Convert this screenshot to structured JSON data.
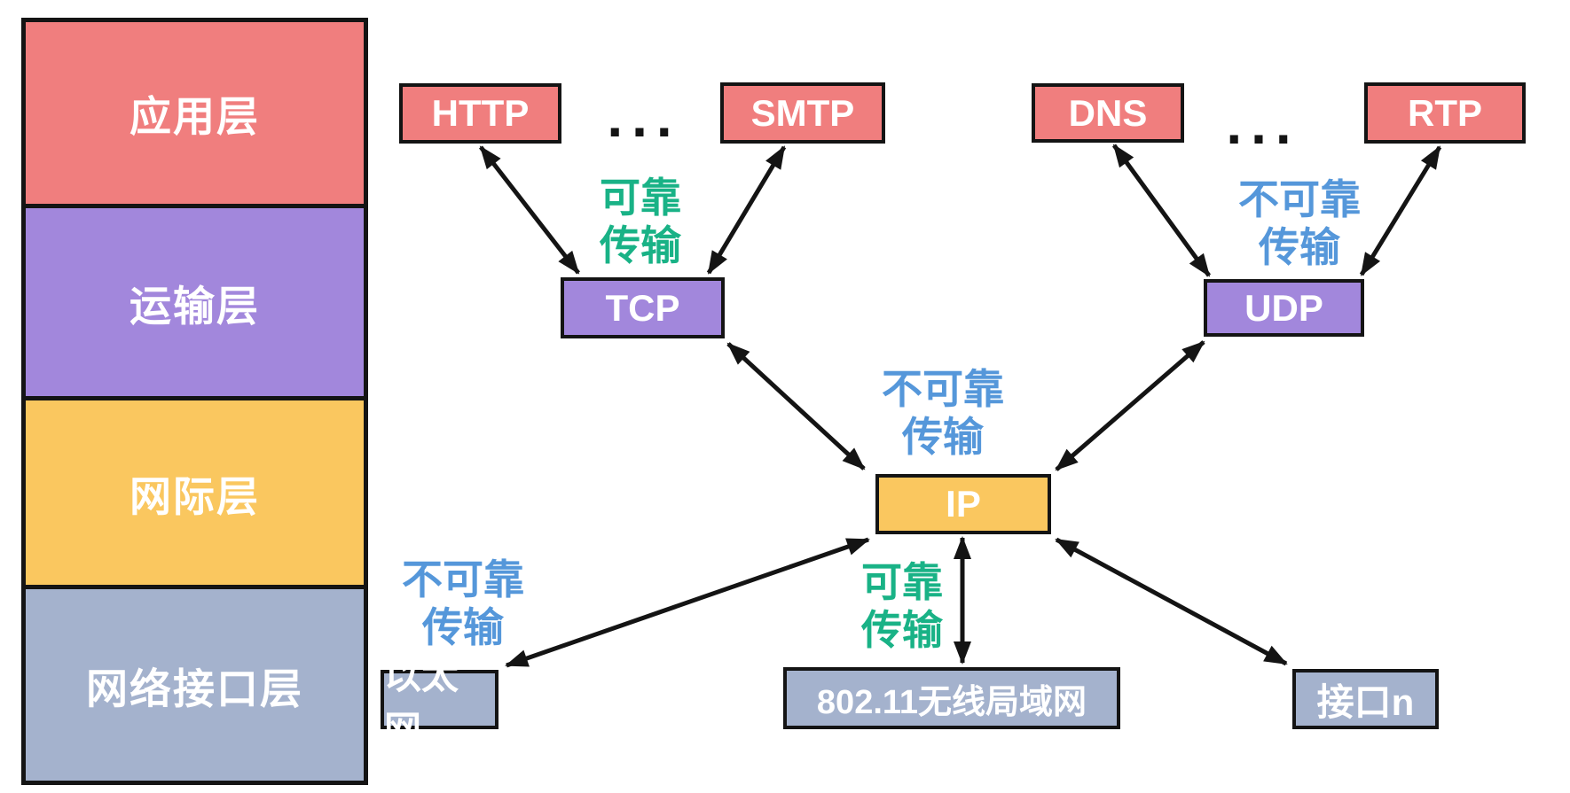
{
  "stack": {
    "layers": [
      {
        "label": "应用层",
        "color": "#F07E7E"
      },
      {
        "label": "运输层",
        "color": "#A287DC"
      },
      {
        "label": "网际层",
        "color": "#FAC75F"
      },
      {
        "label": "网络接口层",
        "color": "#A4B2CD"
      }
    ]
  },
  "protocol_boxes": {
    "http": {
      "label": "HTTP",
      "color": "#F07E7E"
    },
    "smtp": {
      "label": "SMTP",
      "color": "#F07E7E"
    },
    "dns": {
      "label": "DNS",
      "color": "#F07E7E"
    },
    "rtp": {
      "label": "RTP",
      "color": "#F07E7E"
    },
    "tcp": {
      "label": "TCP",
      "color": "#A287DC"
    },
    "udp": {
      "label": "UDP",
      "color": "#A287DC"
    },
    "ip": {
      "label": "IP",
      "color": "#FAC75F"
    },
    "ethernet": {
      "label": "以太网",
      "color": "#A4B2CD"
    },
    "wlan80211": {
      "label": "802.11无线局域网",
      "color": "#A4B2CD"
    },
    "interface_n": {
      "label": "接口n",
      "color": "#A4B2CD"
    }
  },
  "transmission_labels": [
    {
      "position": "apps-to-tcp",
      "kind": "reliable",
      "line1": "可靠",
      "line2": "传输",
      "color": "#19B286"
    },
    {
      "position": "apps-to-udp",
      "kind": "unreliable",
      "line1": "不可靠",
      "line2": "传输",
      "color": "#5597DA"
    },
    {
      "position": "transport-to-ip",
      "kind": "unreliable",
      "line1": "不可靠",
      "line2": "传输",
      "color": "#5597DA"
    },
    {
      "position": "ip-to-ethernet",
      "kind": "unreliable",
      "line1": "不可靠",
      "line2": "传输",
      "color": "#5597DA"
    },
    {
      "position": "ip-to-wlan",
      "kind": "reliable",
      "line1": "可靠",
      "line2": "传输",
      "color": "#19B286"
    }
  ],
  "ellipsis": {
    "left": "...",
    "right": "..."
  },
  "connections": [
    {
      "from": "HTTP",
      "to": "TCP",
      "style": "double-arrow"
    },
    {
      "from": "SMTP",
      "to": "TCP",
      "style": "double-arrow"
    },
    {
      "from": "DNS",
      "to": "UDP",
      "style": "double-arrow"
    },
    {
      "from": "RTP",
      "to": "UDP",
      "style": "double-arrow"
    },
    {
      "from": "TCP",
      "to": "IP",
      "style": "double-arrow"
    },
    {
      "from": "UDP",
      "to": "IP",
      "style": "double-arrow"
    },
    {
      "from": "IP",
      "to": "以太网",
      "style": "double-arrow"
    },
    {
      "from": "IP",
      "to": "802.11无线局域网",
      "style": "double-arrow"
    },
    {
      "from": "IP",
      "to": "接口n",
      "style": "double-arrow"
    }
  ],
  "colors": {
    "application_red": "#F07E7E",
    "transport_purple": "#A287DC",
    "internet_yellow": "#FAC75F",
    "link_gray": "#A4B2CD",
    "reliable_green": "#19B286",
    "unreliable_blue": "#5597DA",
    "line_black": "#141414"
  }
}
